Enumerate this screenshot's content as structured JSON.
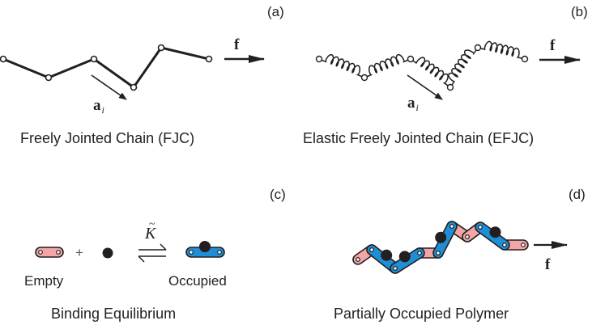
{
  "panels": {
    "a": {
      "label": "(a)",
      "caption": "Freely Jointed Chain (FJC)",
      "force_label": "f",
      "bond_vector_label": "a",
      "bond_vector_subscript": "i"
    },
    "b": {
      "label": "(b)",
      "caption": "Elastic Freely Jointed Chain (EFJC)",
      "force_label": "f",
      "bond_vector_label": "a",
      "bond_vector_subscript": "i"
    },
    "c": {
      "label": "(c)",
      "caption": "Binding Equilibrium",
      "plus_sign": "+",
      "equilibrium_constant": "K",
      "equilibrium_constant_accent": "~",
      "empty_label": "Empty",
      "occupied_label": "Occupied"
    },
    "d": {
      "label": "(d)",
      "caption": "Partially Occupied Polymer",
      "force_label": "f",
      "link_states": [
        "empty",
        "occupied",
        "occupied",
        "empty",
        "occupied",
        "empty",
        "empty",
        "occupied",
        "empty"
      ]
    }
  },
  "colors": {
    "empty_link": "#f4a6a6",
    "occupied_link": "#1e8fd6",
    "bead": "#231f20",
    "line": "#231f20"
  }
}
